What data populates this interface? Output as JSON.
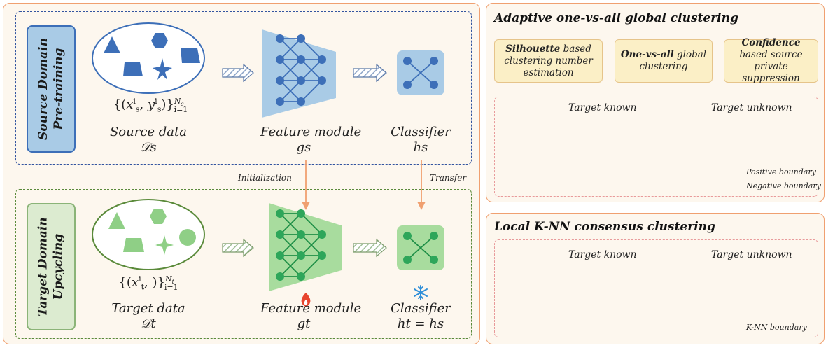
{
  "left": {
    "source_tag": "Source Domain\nPre-training",
    "target_tag": "Target Domain\nUpcycling",
    "source_formula": "{(x_s^i, y_s^i)}_{i=1}^{N_s}",
    "source_data_label": "Source data",
    "source_data_symbol": "𝒟s",
    "source_feature_label": "Feature module",
    "source_feature_symbol": "gs",
    "source_classifier_label": "Classifier",
    "source_classifier_symbol": "hs",
    "initialization_label": "Initialization",
    "transfer_label": "Transfer",
    "target_formula": "{(x_t^i, )}_{i=1}^{N_t}",
    "target_data_label": "Target data",
    "target_data_symbol": "𝒟t",
    "target_feature_label": "Feature module",
    "target_feature_symbol": "gt",
    "target_classifier_label": "Classifier",
    "target_classifier_symbol": "ht = hs",
    "fire_icon": "fire-icon",
    "snowflake_icon": "snowflake-icon"
  },
  "top_right": {
    "title": "Adaptive one-vs-all global clustering",
    "steps": [
      {
        "bold": "Silhouette",
        "rest": " based clustering number estimation"
      },
      {
        "bold": "One-vs-all",
        "rest": " global clustering"
      },
      {
        "bold": "Confidence",
        "rest": " based source private suppression"
      }
    ],
    "target_known": "Target known",
    "target_unknown": "Target unknown",
    "positive_boundary": "Positive boundary",
    "negative_boundary": "Negative boundary"
  },
  "bottom_right": {
    "title": "Local K-NN consensus clustering",
    "target_known": "Target known",
    "target_unknown": "Target unknown",
    "knn_boundary": "K-NN boundary"
  },
  "colors": {
    "source_blue": "#3d6fb8",
    "source_light": "#a9cbe6",
    "target_green": "#8fcf86",
    "target_dark_green": "#2ea65a",
    "orange": "#f0a070",
    "panel_bg": "#fdf7ee"
  }
}
